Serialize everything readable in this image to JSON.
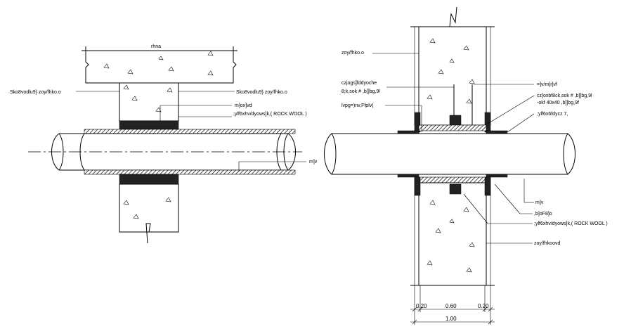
{
  "left_detail": {
    "slab_label": "rhna",
    "left_wall_label": "Sko8vodlu9} zoy/fhko.o",
    "right_wall_label": "Sko8vodlu9} zoy/fhko.o",
    "sleeve_label": "m]ox]vd",
    "insulation_label": ";ylf6xhv/dyows]k,( ROCK WOOL )",
    "pipe_label": "m]v"
  },
  "right_detail": {
    "wall_top_label": "zoy/fhko.o",
    "label_1a": "czjogs]fddyoche",
    "label_1b": "8;k,sok # ,b]]bg,9l",
    "label_2": "lvpg=)nv,Ffplv(",
    "label_3": "=]v/m]r]vf",
    "label_4a": "cz]oxbf8ck,sok # ,b]]bg,9l",
    "label_4b": "-okf 40x40 ,b]]bg,9f",
    "label_5": ";ylf6x6fdycz 7,",
    "pipe_label": "m]v",
    "label_6": ",b]oF8]o",
    "insulation_label": ";ylf6xhv/dyows]k,( ROCK WOOL )",
    "wall_bottom_label": "zoy/fhkoovd",
    "dim_left": "0.20",
    "dim_mid": "0.60",
    "dim_right": "0.20",
    "dim_total": "1.00"
  }
}
